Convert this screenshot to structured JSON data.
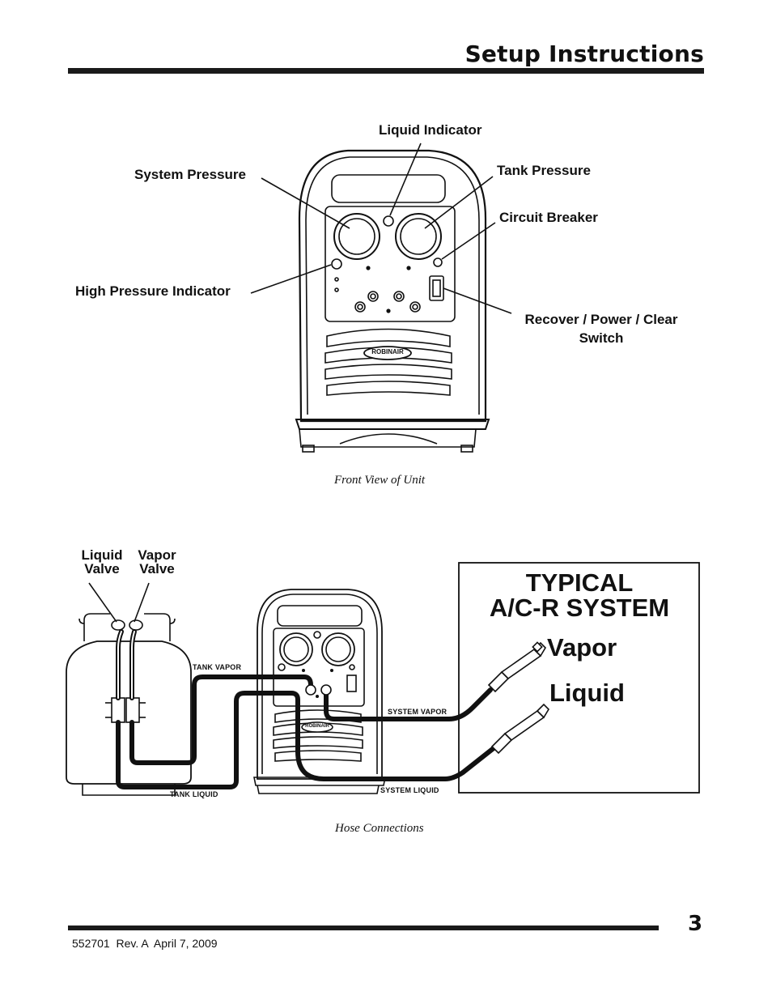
{
  "header": {
    "title": "Setup Instructions"
  },
  "front_view": {
    "labels": {
      "liquid_indicator": "Liquid Indicator",
      "system_pressure": "System Pressure",
      "tank_pressure": "Tank Pressure",
      "circuit_breaker": "Circuit Breaker",
      "high_pressure_indicator": "High Pressure Indicator",
      "recover_switch_line1": "Recover / Power / Clear",
      "recover_switch_line2": "Switch"
    },
    "brand": "ROBINAIR",
    "caption": "Front View of Unit"
  },
  "hose_view": {
    "liquid_valve": [
      "Liquid",
      "Valve"
    ],
    "vapor_valve": [
      "Vapor",
      "Valve"
    ],
    "tank_vapor": "TANK VAPOR",
    "tank_liquid": "TANK LIQUID",
    "system_vapor": "SYSTEM VAPOR",
    "system_liquid": "SYSTEM LIQUID",
    "system_title": [
      "TYPICAL",
      "A/C-R SYSTEM"
    ],
    "vapor": "Vapor",
    "liquid": "Liquid",
    "brand": "ROBINAIR",
    "caption": "Hose Connections"
  },
  "footer": {
    "doc": "552701  Rev. A  April 7, 2009",
    "page": "3"
  }
}
